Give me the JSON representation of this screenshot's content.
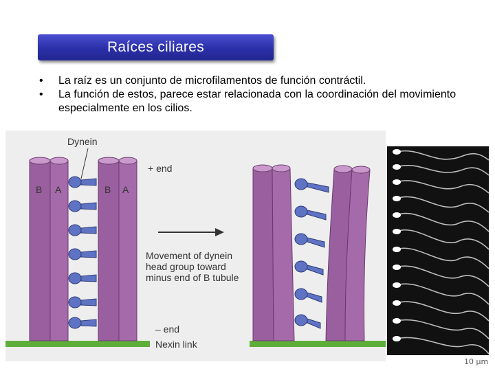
{
  "slide": {
    "title": "Raíces ciliares",
    "bullets": [
      "La raíz es un conjunto de microfilamentos de función contráctil.",
      "La función de estos, parece estar relacionada con la coordinación del movimiento especialmente en los cilios."
    ]
  },
  "diagram": {
    "label_dynein": "Dynein",
    "label_plus_end": "+ end",
    "label_minus_end": "– end",
    "label_nexin": "Nexin link",
    "tubule_b1": "B",
    "tubule_a1": "A",
    "tubule_b2": "B",
    "tubule_a2": "A",
    "caption_line1": "Movement of dynein",
    "caption_line2": "head group toward",
    "caption_line3": "minus end of B tubule",
    "colors": {
      "tubule": "#9a5f9e",
      "tubule_dark": "#7b447f",
      "dynein": "#5f73c4",
      "nexin": "#5fae3a"
    }
  },
  "micrograph": {
    "scale_label": "10 μm"
  }
}
